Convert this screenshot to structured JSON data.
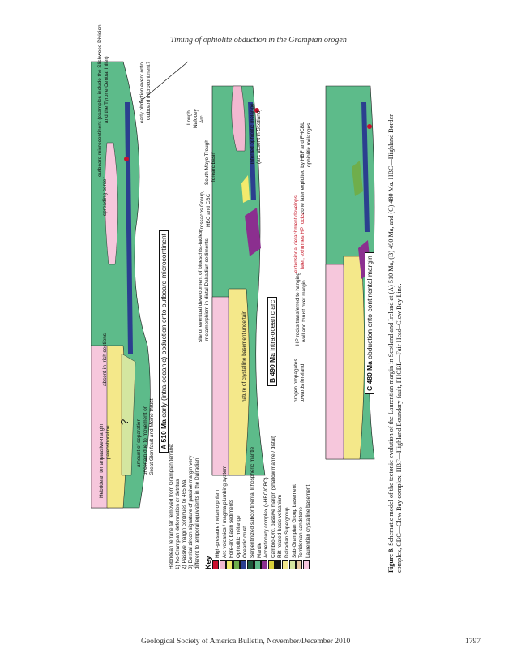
{
  "running_head": "Timing of ophiolite obduction in the Grampian orogen",
  "footer": {
    "journal": "Geological Society of America Bulletin, November/December 2010",
    "page": "1797"
  },
  "panels": {
    "a": {
      "letter": "A",
      "age": "510 Ma",
      "title": "early (intra-oceanic) obduction onto outboard microcontinent"
    },
    "b": {
      "letter": "B",
      "age": "490 Ma",
      "title": "intra-oceanic arc"
    },
    "c": {
      "letter": "C",
      "age": "480 Ma",
      "title": "obduction onto continental margin"
    }
  },
  "labels_a": {
    "hebridean": "Hebridean terrane",
    "passive_margin_1": "passive-margin",
    "passive_margin_2": "paleoshoreline",
    "question": "?",
    "separation_1": "amount of separation",
    "separation_2": "uncertain due to movement on",
    "separation_3": "Great Glen fault and Moine thrust",
    "irish": "absent in Irish sections",
    "spreading": "spreading center",
    "outboard_1": "outboard microcontinent (examples include the Slishwood Division",
    "outboard_2": "and the Tyrone Central Inlier)",
    "early_1": "early obduction event onto",
    "early_2": "outboard microcontinent?"
  },
  "labels_b": {
    "basement": "nature of crystalline basement uncertain",
    "site_1": "site of eventual development of blueschist-facies",
    "site_2": "metamorphism in distal Dalradian sediments",
    "trossachs_1": "Trossachs Group,",
    "trossachs_2": "HBC and CBC",
    "mayo_1": "South Mayo Trough",
    "mayo_2": "forearc basin",
    "lough_1": "Lough",
    "lough_2": "Nafooey",
    "lough_3": "Arc",
    "melange_1": "inferred ophiolitic mélange",
    "melange_2": "(arc absent in Scotland)"
  },
  "labels_c": {
    "orogen_1": "orogen propagates",
    "orogen_2": "towards foreland",
    "hp_1": "HP rocks transferred to hanging",
    "hp_2": "wall and thrust over margin",
    "ext_1": "extensional detachment develops",
    "ext_2": "later, exhumes HP rocks",
    "zone": "zone later exploited by HBF and FHCBL",
    "ophiolitic": "ophiolitic mélanges"
  },
  "hebridean_notes": [
    "Hebridean terrane far removed from Grampian terrane:",
    "1) No Grampian deformation or detritus",
    "2) Passive margin continues to 465 Ma",
    "3) Detrital zircon signature of passive margin very",
    "different to temporal equivalents in the Dalradian"
  ],
  "key": {
    "title": "Key",
    "items": [
      {
        "label": "High-pressure metamorphism",
        "color": "#c8102e"
      },
      {
        "label": "Arc volcanics / magma plumbing system",
        "color": "#f2b8d0"
      },
      {
        "label": "Fore-arc basin sediments",
        "color": "#f3ea6c"
      },
      {
        "label": "Ophiolitic mélange",
        "color": "#6fae4b"
      },
      {
        "label": "Oceanic crust",
        "color": "#2b3f8f"
      },
      {
        "label": "Serpentinized subcontinental lithospheric mantle",
        "color": "#1d5a3a"
      },
      {
        "label": "Mantle",
        "color": "#5dbb8a"
      },
      {
        "label": "Accretionary complex (~HBC/CBC)",
        "color": "#8b2f8f"
      },
      {
        "label": "Cambro-Ord. passive margin (shallow marine / distal)",
        "color": "#d8cf3a"
      },
      {
        "label": "Rift-related basic volcanism",
        "color": "#101010"
      },
      {
        "label": "Dalradian Supergroup",
        "color": "#f4e88a"
      },
      {
        "label": "Sub-Grampian Group basement",
        "color": "#d4e6a0"
      },
      {
        "label": "Torridonian sandstone",
        "color": "#e6c9a0"
      },
      {
        "label": "Laurentian crystalline basement",
        "color": "#f6c7dc"
      }
    ]
  },
  "caption": {
    "label": "Figure 8.",
    "text": "Schematic model of the tectonic evolution of the Laurentian margin in Scotland and Ireland at (A) 510 Ma, (B) 490 Ma, and (C) 480 Ma. HBC—Highland Border complex, CBC—Clew Bay complex, HBF—Highland Boundary fault, FHCBL—Fair Head–Clew Bay Line."
  },
  "colors": {
    "mantle": "#5dbb8a",
    "oceanic_crust": "#2b3f8f",
    "basement": "#f6c7dc",
    "dalradian": "#f4e88a",
    "hp": "#c8102e"
  }
}
